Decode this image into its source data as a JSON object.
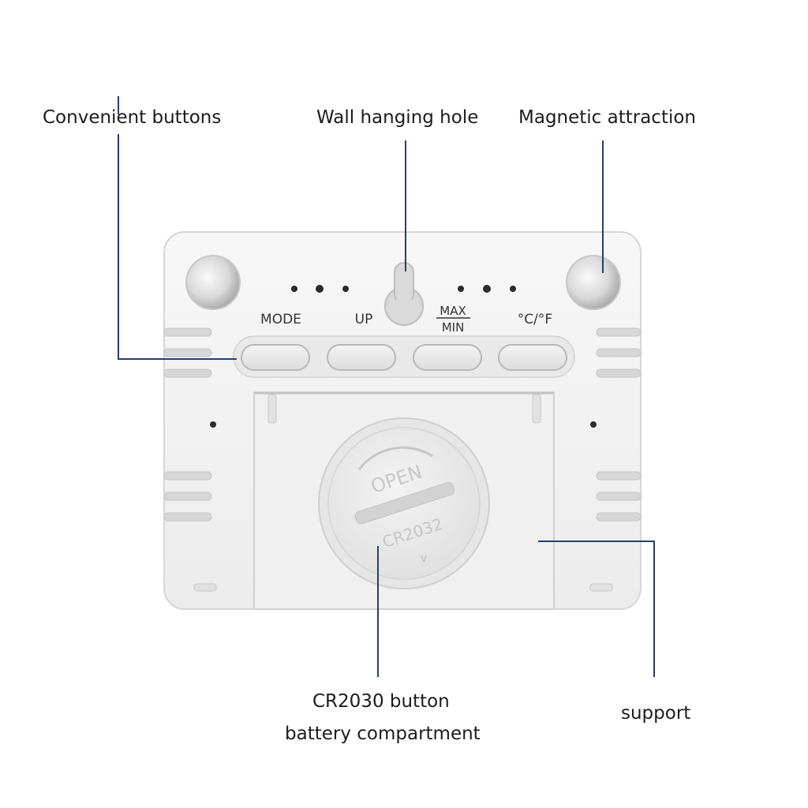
{
  "callouts": {
    "convenient_buttons": "Convenient buttons",
    "wall_hanging_hole": "Wall hanging hole",
    "magnetic_attraction": "Magnetic attraction",
    "battery_line1": "CR2030 button",
    "battery_line2": "battery compartment",
    "support": "support"
  },
  "device": {
    "buttons": {
      "mode": "MODE",
      "up": "UP",
      "max": "MAX",
      "min": "MIN",
      "unit": "°C/°F"
    },
    "battery_cover": {
      "open": "OPEN",
      "model": "CR2032",
      "arrow": "v"
    }
  },
  "colors": {
    "leader_line": "#2a3f66",
    "body": "#f2f2f2",
    "body_edge": "#d4d4d4",
    "text": "#1c1c1c"
  }
}
